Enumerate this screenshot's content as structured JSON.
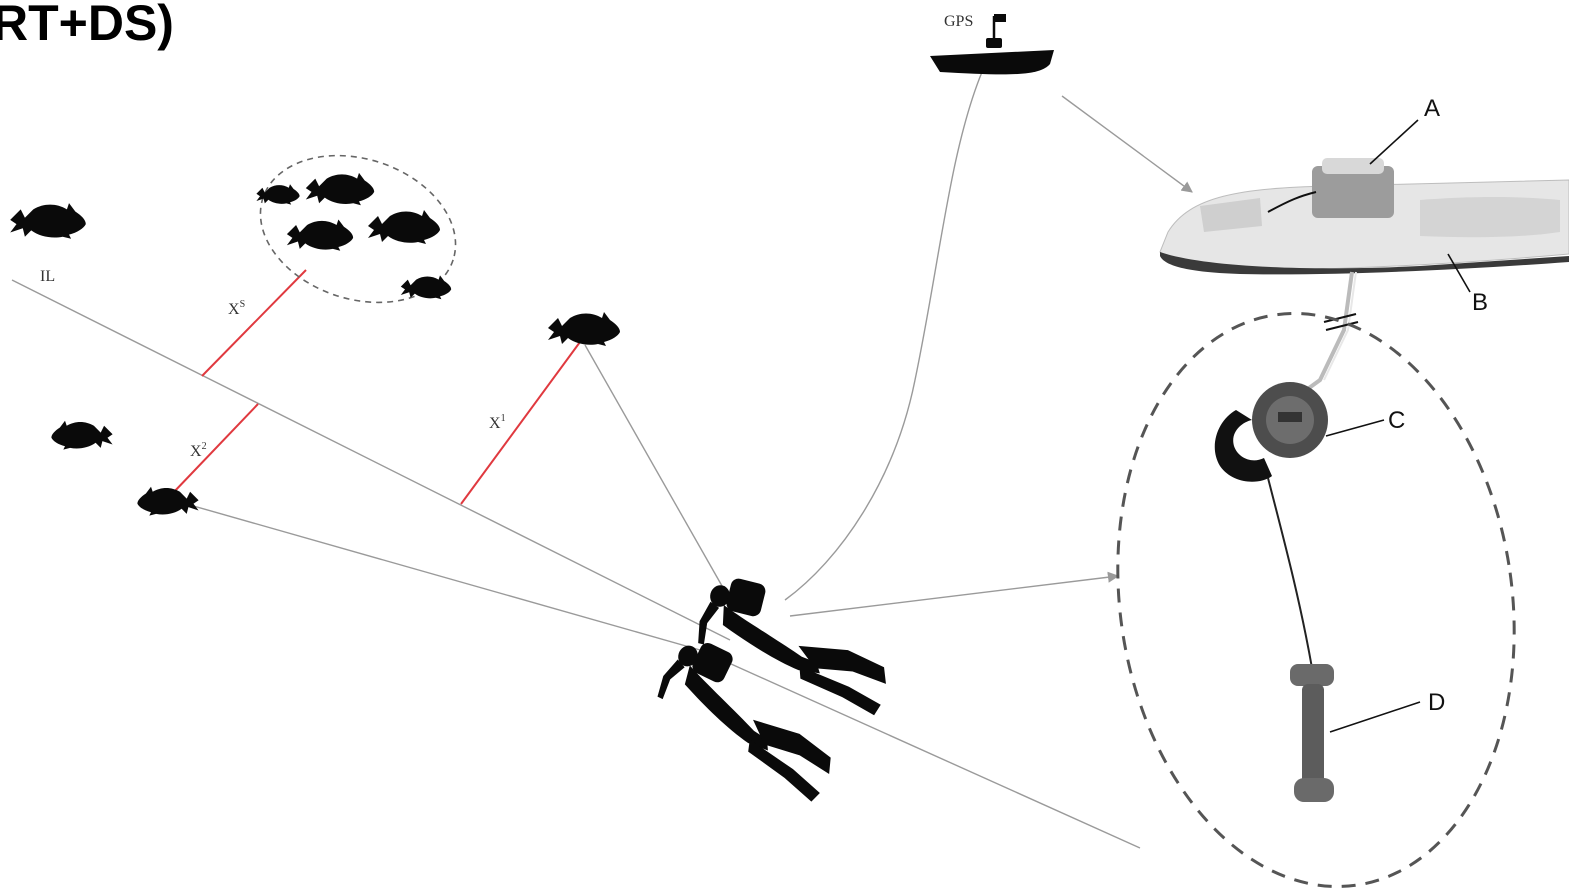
{
  "title": "RT+DS)",
  "labels": {
    "gps": "GPS",
    "il": "IL",
    "x_s": "X",
    "x_s_sup": "S",
    "x_1": "X",
    "x_1_sup": "1",
    "x_2": "X",
    "x_2_sup": "2",
    "a": "A",
    "b": "B",
    "c": "C",
    "d": "D"
  },
  "colors": {
    "line_gray": "#9a9a9a",
    "perpendicular_red": "#e0393f",
    "silhouette": "#0a0a0a",
    "dashed_ellipse": "#555555"
  },
  "icons": [
    "fish-icon",
    "diver-icon",
    "boat-icon",
    "flag-icon",
    "reel-icon",
    "weight-icon",
    "float-board-icon"
  ]
}
